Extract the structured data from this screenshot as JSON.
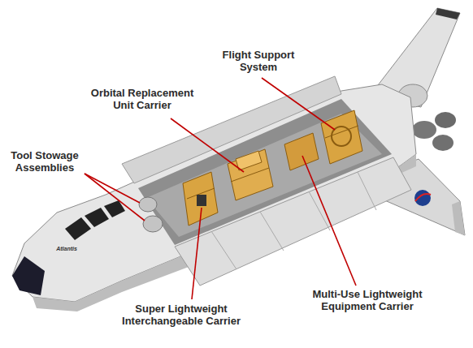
{
  "diagram": {
    "labels": [
      "Flight Support System",
      "Orbital Replacement Unit Carrier",
      "Tool Stowage Assemblies",
      "Super Lightweight Interchangeable Carrier",
      "Multi-Use Lightweight Equipment Carrier",
      "Atlantis"
    ]
  }
}
